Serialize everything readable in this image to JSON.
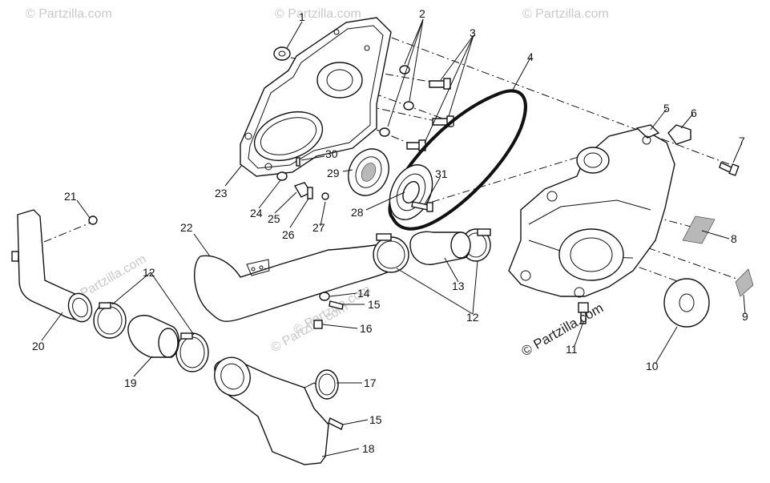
{
  "watermarks": [
    "© Partzilla.com",
    "© Partzilla.com",
    "© Partzilla.com",
    "© Partzilla.com",
    "© Partzilla.com",
    "© Partzilla.com"
  ],
  "credit": "© Partzilla.com",
  "callouts": {
    "c1": "1",
    "c2": "2",
    "c3": "3",
    "c4": "4",
    "c5": "5",
    "c6": "6",
    "c7": "7",
    "c8": "8",
    "c9": "9",
    "c10": "10",
    "c11": "11",
    "c12a": "12",
    "c12b": "12",
    "c13": "13",
    "c14": "14",
    "c15a": "15",
    "c15b": "15",
    "c16": "16",
    "c17": "17",
    "c18": "18",
    "c19": "19",
    "c20": "20",
    "c21": "21",
    "c22": "22",
    "c23": "23",
    "c24": "24",
    "c25": "25",
    "c26": "26",
    "c27": "27",
    "c28": "28",
    "c29": "29",
    "c30": "30",
    "c31": "31"
  }
}
